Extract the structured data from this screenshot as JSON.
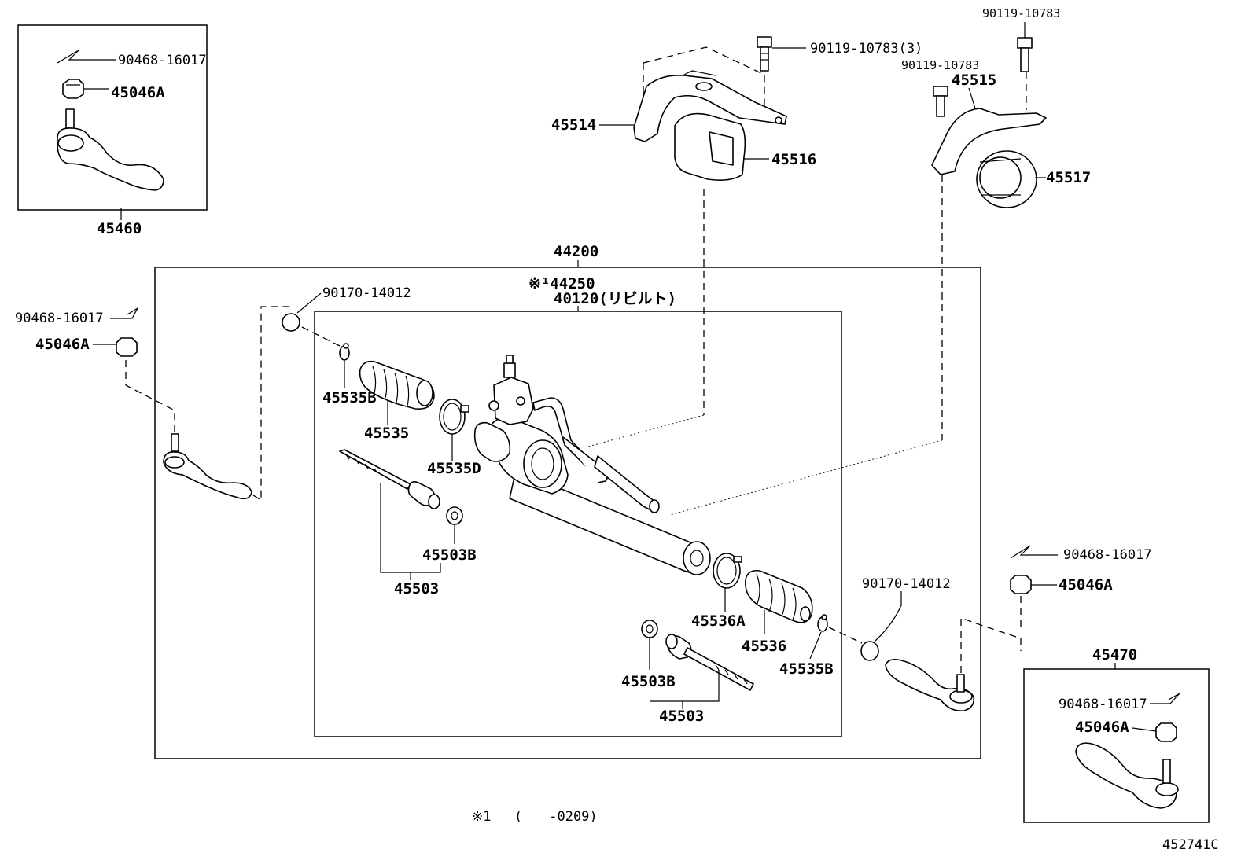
{
  "diagram_id": "452741C",
  "footnote": {
    "mark": "※1",
    "range": "(　　-0209)"
  },
  "labels": {
    "p45460": "45460",
    "p45470": "45470",
    "p44200": "44200",
    "p44250": "※¹44250",
    "p40120": "40120(リビルト)",
    "p45514": "45514",
    "p45515": "45515",
    "p45516": "45516",
    "p45517": "45517",
    "b90119_3": "90119-10783(3)",
    "b90119_top": "90119-10783",
    "b90119_mid": "90119-10783",
    "pin_tl": "90468-16017",
    "nut_tl": "45046A",
    "pin_l": "90468-16017",
    "nut_l": "45046A",
    "pin_r": "90468-16017",
    "nut_r": "45046A",
    "pin_br": "90468-16017",
    "nut_br": "45046A",
    "jam_l": "90170-14012",
    "jam_r": "90170-14012",
    "c45535B_l": "45535B",
    "c45535": "45535",
    "c45535D": "45535D",
    "c45503B_l": "45503B",
    "c45503_l": "45503",
    "c45536A": "45536A",
    "c45536": "45536",
    "c45535B_r": "45535B",
    "c45503B_r": "45503B",
    "c45503_r": "45503"
  }
}
